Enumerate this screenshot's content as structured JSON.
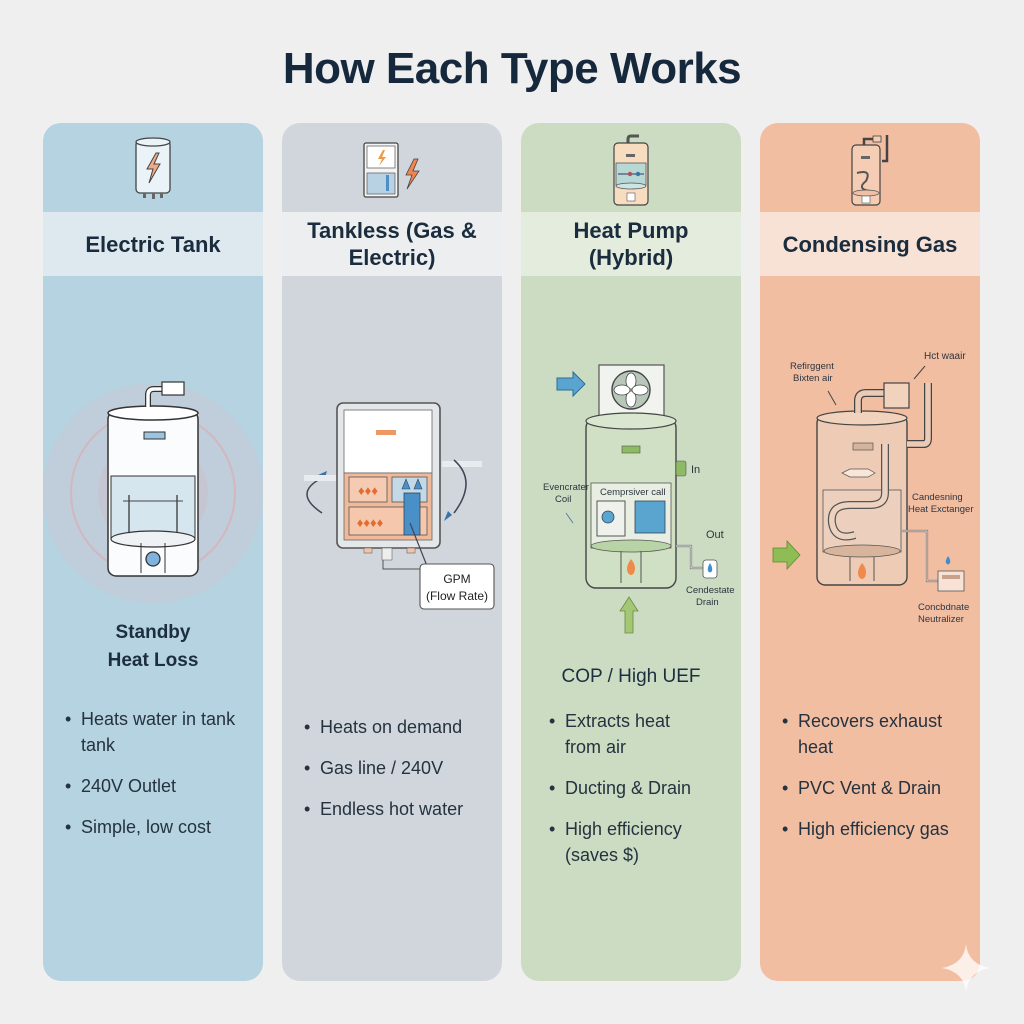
{
  "title": "How Each Type Works",
  "colors": {
    "electric": "#b5d3e0",
    "tankless": "#d0d6db",
    "heat_pump": "#cbdcc3",
    "condensing": "#f2bea2",
    "title": "#16293c"
  },
  "cards": [
    {
      "name": "Electric Tank",
      "icon": "electric-tank-icon",
      "illustration_caption": [
        "Standby",
        "Heat Loss"
      ],
      "bullets": [
        "Heats water in tank tank",
        "240V Outlet",
        "Simple, low cost"
      ]
    },
    {
      "name": "Tankless (Gas & Electric)",
      "icon": "tankless-heater-icon",
      "callout": [
        "GPM",
        "(Flow Rate)"
      ],
      "bullets": [
        "Heats on demand",
        "Gas line / 240V",
        "Endless hot water"
      ]
    },
    {
      "name": "Heat Pump (Hybrid)",
      "icon": "heat-pump-icon",
      "labels": {
        "evaporator": [
          "Evencrater",
          "Coil"
        ],
        "compressor": "Cemprsiver call",
        "in": "In",
        "out": "Out",
        "drain": [
          "Cendestate",
          "Drain"
        ]
      },
      "metric": "COP / High UEF",
      "bullets": [
        "Extracts heat from air",
        "Ducting & Drain",
        "High efficiency (saves $)"
      ]
    },
    {
      "name": "Condensing Gas",
      "icon": "condensing-gas-icon",
      "labels": {
        "refrigerant": [
          "Refirggent",
          "Bixten air"
        ],
        "hot_air": "Hct waair",
        "exchanger": [
          "Candesning",
          "Heat Exctanger"
        ],
        "neutralizer": [
          "Concbdnate",
          "Neutralizer"
        ]
      },
      "bullets": [
        "Recovers exhaust heat",
        "PVC Vent & Drain",
        "High efficiency gas"
      ]
    }
  ]
}
